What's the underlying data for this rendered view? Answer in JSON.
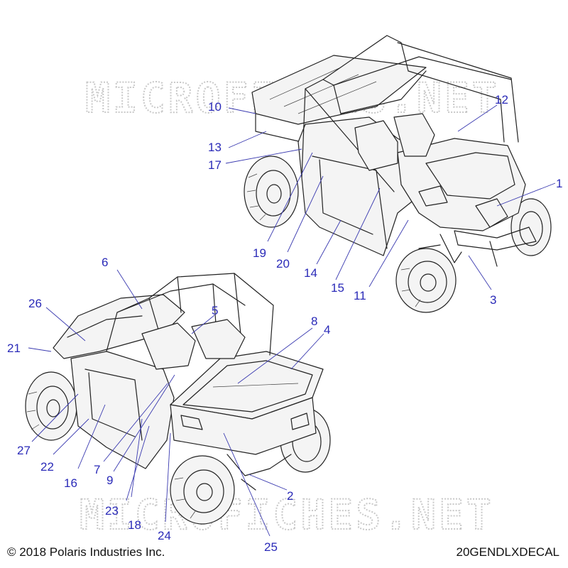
{
  "watermark": "MICROFICHES.NET",
  "copyright": "© 2018 Polaris Industries Inc.",
  "reference_code": "20GENDLXDECAL",
  "callouts_top": [
    "1",
    "3",
    "10",
    "11",
    "12",
    "13",
    "14",
    "15",
    "17",
    "19",
    "20"
  ],
  "callouts_bottom": [
    "2",
    "4",
    "5",
    "6",
    "7",
    "8",
    "9",
    "16",
    "18",
    "21",
    "22",
    "23",
    "24",
    "25",
    "26",
    "27"
  ]
}
